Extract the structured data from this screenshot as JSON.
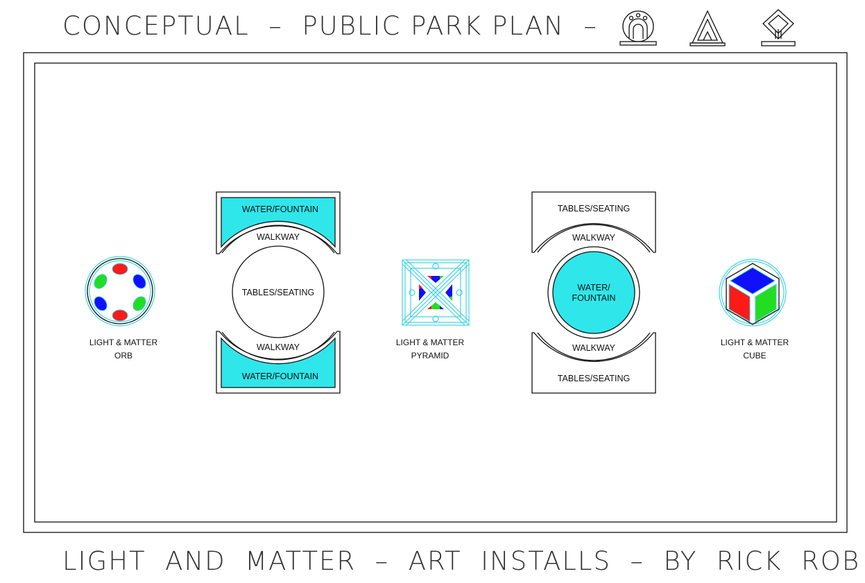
{
  "header": {
    "title": "CONCEPTUAL  –  PUBLIC PARK PLAN  –"
  },
  "footer": {
    "title": "LIGHT  AND  MATTER  –  ART  INSTALLS  –  BY  RICK  ROB"
  },
  "colors": {
    "water": "#2fe6ea",
    "red": "#ff1a1a",
    "green": "#22dd22",
    "blue": "#1010ff",
    "cyan_line": "#3fd4e0",
    "ink": "#111111"
  },
  "left_plaza": {
    "top_area": "WATER/FOUNTAIN",
    "top_walkway": "WALKWAY",
    "center": "TABLES/SEATING",
    "bottom_walkway": "WALKWAY",
    "bottom_area": "WATER/FOUNTAIN"
  },
  "right_plaza": {
    "top_area": "TABLES/SEATING",
    "top_walkway": "WALKWAY",
    "center_line1": "WATER/",
    "center_line2": "FOUNTAIN",
    "bottom_walkway": "WALKWAY",
    "bottom_area": "TABLES/SEATING"
  },
  "installations": {
    "orb": {
      "line1": "LIGHT  &  MATTER",
      "line2": "ORB"
    },
    "pyramid": {
      "line1": "LIGHT  &  MATTER",
      "line2": "PYRAMID"
    },
    "cube": {
      "line1": "LIGHT  &  MATTER",
      "line2": "CUBE"
    }
  },
  "icons": [
    "orb-logo-icon",
    "pyramid-logo-icon",
    "cube-logo-icon"
  ]
}
